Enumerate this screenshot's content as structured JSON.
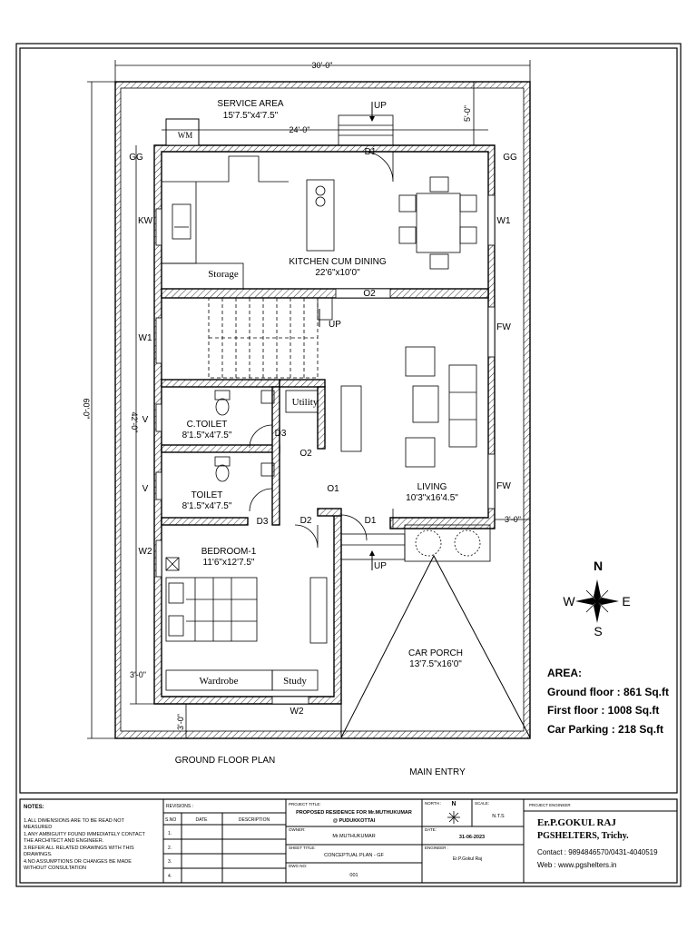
{
  "plan": {
    "overall_width": "30'-0\"",
    "overall_depth": "60'-0\"",
    "inner_depth": "42'-0\"",
    "kitchen_width": "24'-0\"",
    "service_depth": "5'-0\"",
    "porch_gap": "3'-0\"",
    "rear_gap": "3'-0\"",
    "side_gap": "3'-0\"",
    "title": "GROUND FLOOR PLAN",
    "main_entry": "MAIN ENTRY"
  },
  "rooms": {
    "service": {
      "name": "SERVICE AREA",
      "size": "15'7.5\"x4'7.5\""
    },
    "kitchen": {
      "name": "KITCHEN CUM DINING",
      "size": "22'6\"x10'0\""
    },
    "ctoilet": {
      "name": "C.TOILET",
      "size": "8'1.5\"x4'7.5\""
    },
    "toilet": {
      "name": "TOILET",
      "size": "8'1.5\"x4'7.5\""
    },
    "living": {
      "name": "LIVING",
      "size": "10'3\"x16'4.5\""
    },
    "bedroom": {
      "name": "BEDROOM-1",
      "size": "11'6\"x12'7.5\""
    },
    "porch": {
      "name": "CAR PORCH",
      "size": "13'7.5\"x16'0\""
    },
    "storage": "Storage",
    "utility": "Utility",
    "wardrobe": "Wardrobe",
    "study": "Study",
    "wm": "WM"
  },
  "marks": {
    "gg": "GG",
    "kw": "KW",
    "w1": "W1",
    "w2": "W2",
    "v": "V",
    "fw": "FW",
    "d1": "D1",
    "d2": "D2",
    "d3": "D3",
    "o1": "O1",
    "o2": "O2",
    "up": "UP"
  },
  "compass": {
    "n": "N",
    "s": "S",
    "e": "E",
    "w": "W"
  },
  "area": {
    "heading": "AREA:",
    "ground": "Ground floor : 861 Sq.ft",
    "first": "First floor : 1008 Sq.ft",
    "parking": "Car Parking : 218 Sq.ft"
  },
  "titleblock": {
    "notes_head": "NOTES:",
    "notes": [
      "1.ALL DIMENSIONS ARE TO BE READ NOT",
      "MEASURED",
      "1.ANY AMBIGUITY FOUND IMMEDIATELY CONTACT",
      "THE ARCHITECT AND ENGINEER.",
      "3.REFER ALL RELATED DRAWINGS WITH THIS",
      "DRAWINGS.",
      "4.NO ASSUMPTIONS OR CHANGES BE MADE",
      "WITHOUT CONSULTATION"
    ],
    "revisions": "REVISIONS :",
    "sno": "S.NO",
    "date": "DATE",
    "description": "DESCRIPTION",
    "rows": [
      "1.",
      "2.",
      "3.",
      "4."
    ],
    "project_title_label": "PROJECT TITLE:",
    "project_title": "PROPOSED RESIDENCE FOR Mr.MUTHUKUMAR",
    "project_place": "@ PUDUKKOTTAI",
    "owner_label": "OWNER:",
    "owner": "Mr.MUTHUKUMAR",
    "sheet_label": "SHEET TITLE:",
    "sheet": "CONCEPTUAL PLAN - GF",
    "dwg_label": "DWG NO:",
    "dwg": "001",
    "north_label": "NORTH :",
    "north": "N",
    "scale_label": "SCALE:",
    "scale": "N.T.S",
    "date_label": "DATE:",
    "date_value": "31-06-2023",
    "engineer_label": "ENGINEER :",
    "engineer": "Er.P.Gokul Raj",
    "pe_label": "PROJECT ENGINEER",
    "pe_name": "Er.P.GOKUL RAJ",
    "firm": "PGSHELTERS, Trichy.",
    "contact": "Contact : 9894846570/0431-4040519",
    "web": "Web : www.pgshelters.in"
  }
}
